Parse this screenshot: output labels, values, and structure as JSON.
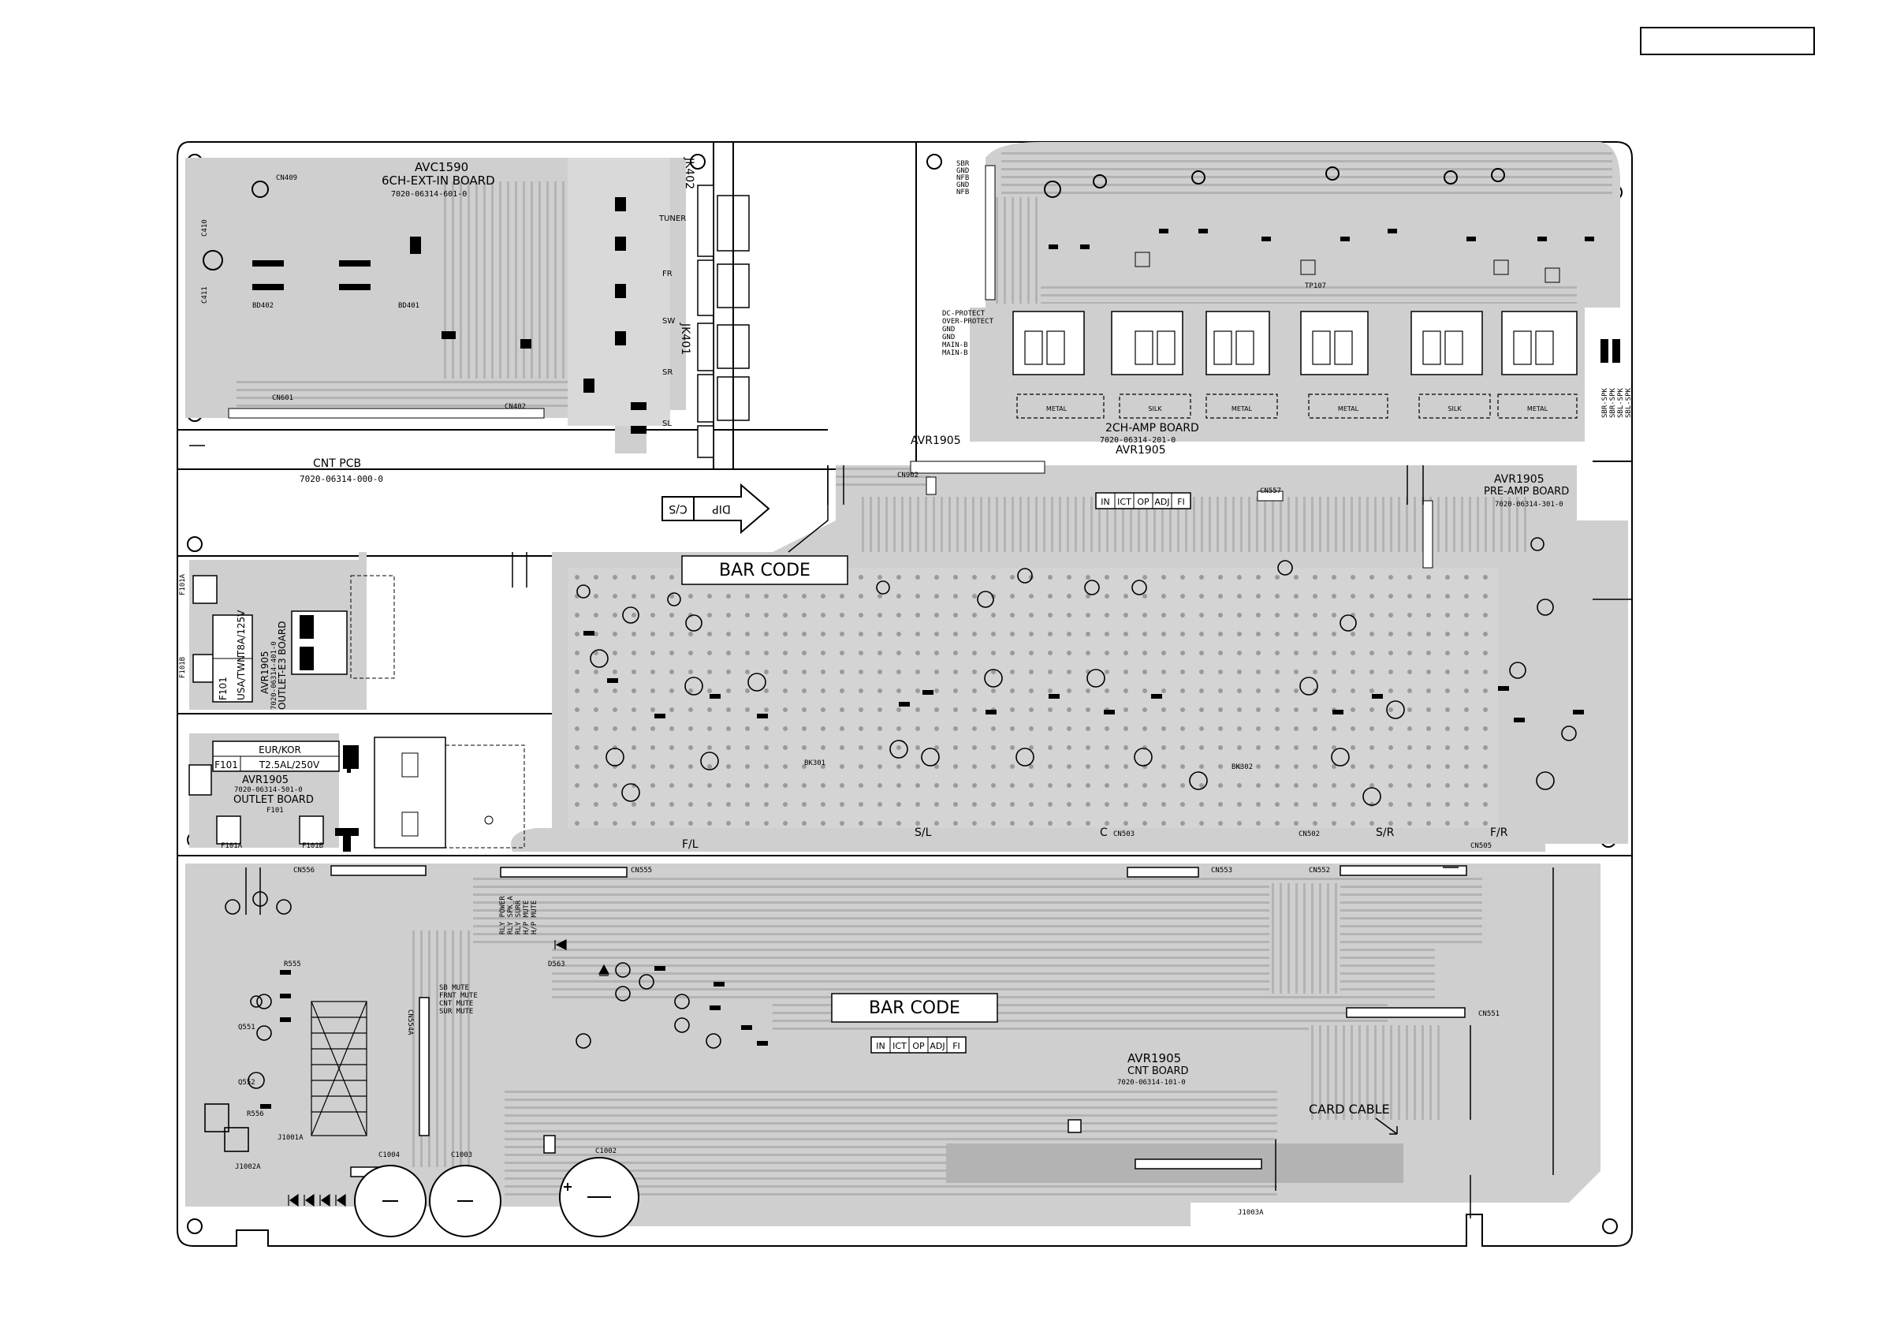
{
  "colors": {
    "board": "#cfcfcf",
    "copper": "#b3b3b3",
    "ink": "#000000",
    "paper": "#ffffff"
  },
  "boards": {
    "avc1590": {
      "model": "AVC1590",
      "name": "6CH-EXT-IN BOARD",
      "part": "7020-06314-601-0"
    },
    "cnt_pcb": {
      "name": "CNT PCB",
      "part": "7020-06314-000-0"
    },
    "amp2ch": {
      "name": "2CH-AMP BOARD",
      "part": "7020-06314-201-0",
      "model": "AVR1905",
      "model_top": "AVR1905"
    },
    "preamp": {
      "model": "AVR1905",
      "name": "PRE-AMP BOARD",
      "part": "7020-06314-301-0"
    },
    "outlet_e3": {
      "model": "AVR1905",
      "name": "OUTLET-E3 BOARD",
      "part": "7020-06314-401-0",
      "fuse_ref": "F101",
      "fuse_region": "USA/TWN",
      "fuse_rating": "T8A/125V"
    },
    "outlet": {
      "model": "AVR1905",
      "name": "OUTLET BOARD",
      "part": "7020-06314-501-0",
      "fuse_ref": "F101",
      "fuse_region": "EUR/KOR",
      "fuse_rating": "T2.5AL/250V"
    },
    "cnt": {
      "model": "AVR1905",
      "name": "CNT BOARD",
      "part": "7020-06314-101-0"
    }
  },
  "markers": {
    "dip_left": "C/S",
    "dip_right": "DIP",
    "bar_code": "BAR CODE",
    "card_cable": "CARD CABLE",
    "checklist": [
      "IN",
      "ICT",
      "OP",
      "ADJ",
      "FI"
    ]
  },
  "jacks": {
    "jk402": "JK402",
    "jk401": "JK401",
    "tuner": "TUNER",
    "fr": "FR",
    "sw": "SW",
    "sr": "SR",
    "sl": "SL"
  },
  "heatsinks": {
    "metal": "METAL",
    "silk": "SILK"
  },
  "channels": {
    "fl": "F/L",
    "sl": "S/L",
    "c": "C",
    "sr": "S/R",
    "fr": "F/R"
  },
  "connectors": {
    "cn409": "CN409",
    "cn601": "CN601",
    "cn402": "CN402",
    "cn902": "CN902",
    "cn557": "CN557",
    "cn556": "CN556",
    "cn555": "CN555",
    "cn553": "CN553",
    "cn552": "CN552",
    "cn551": "CN551",
    "cn502": "CN502",
    "cn503": "CN503",
    "cn505": "CN505",
    "cn554a": "CN554A"
  },
  "parts": {
    "c1004": "C1004",
    "c1003": "C1003",
    "c1002": "C1002",
    "f101a": "F101A",
    "f101b": "F101B",
    "f101": "F101",
    "j1003a": "J1003A",
    "j1001a": "J1001A",
    "j1002a": "J1002A",
    "bk301": "BK301",
    "bk302": "BK302",
    "q551": "Q551",
    "q552": "Q552",
    "r555": "R555",
    "r556": "R556",
    "d563": "D563",
    "tp107": "TP107",
    "c410": "C410",
    "c411": "C411",
    "bd402": "BD402",
    "bd401": "BD401"
  },
  "pin_labels": {
    "dc_protect": [
      "DC-PROTECT",
      "OVER-PROTECT",
      "GND",
      "GND",
      "MAIN-B",
      "MAIN-B"
    ],
    "spk_top": [
      "SBR",
      "GND",
      "NFB",
      "GND",
      "NFB"
    ],
    "spk_right": [
      "SBR-SPK",
      "SBR-SPK",
      "SBL-SPK",
      "SBL-SPK"
    ],
    "mute": [
      "SB MUTE",
      "FRNT MUTE",
      "CNT MUTE",
      "SUR MUTE"
    ],
    "relay": [
      "RLY POWER",
      "RLY SPK_A",
      "RLY SURR",
      "H/P MUTE",
      "H/P MUTE"
    ]
  }
}
